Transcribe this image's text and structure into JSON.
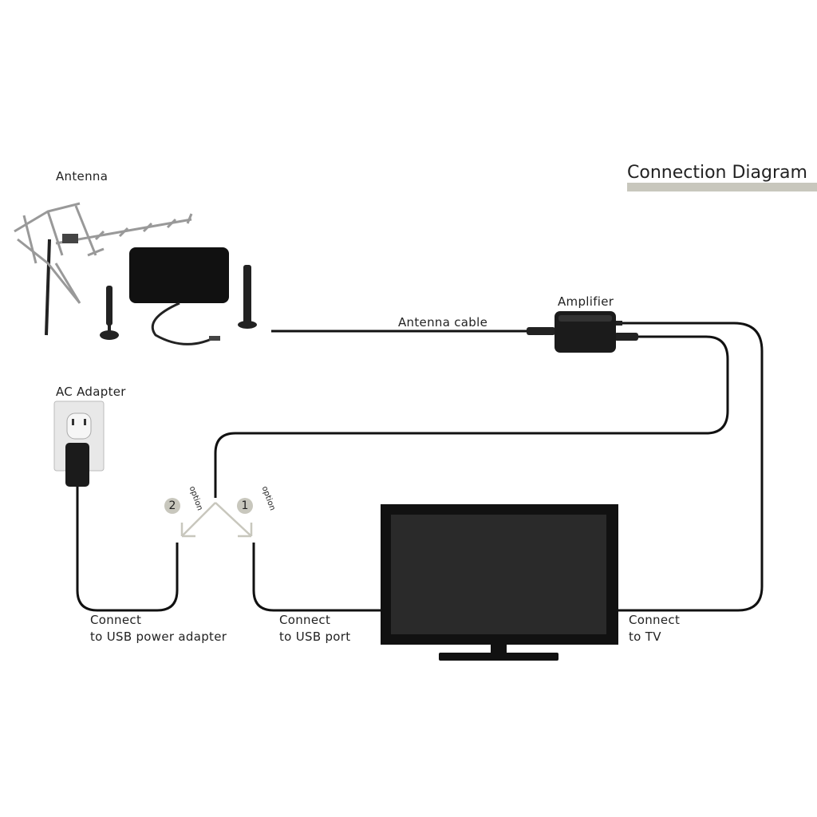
{
  "title": "Connection Diagram",
  "labels": {
    "antenna": "Antenna",
    "ac_adapter": "AC Adapter",
    "amplifier": "Amplifier",
    "antenna_cable": "Antenna cable",
    "usb_power_line1": "Connect",
    "usb_power_line2": "to USB power adapter",
    "usb_port_line1": "Connect",
    "usb_port_line2": "to USB port",
    "tv_line1": "Connect",
    "tv_line2": "to TV"
  },
  "options": [
    {
      "number": "2",
      "label": "option"
    },
    {
      "number": "1",
      "label": "option"
    }
  ],
  "colors": {
    "cable": "#111111",
    "option_gray": "#c8c7bd",
    "title_bar": "#c8c7bd"
  }
}
